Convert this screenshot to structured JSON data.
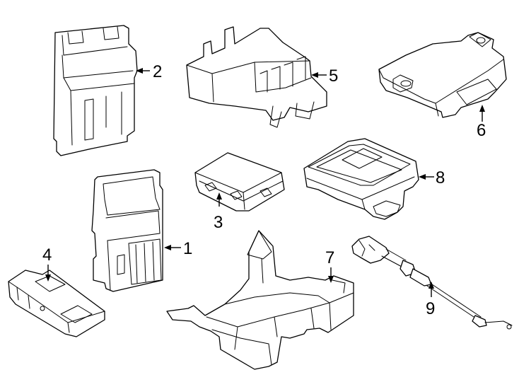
{
  "callouts": [
    {
      "id": "1",
      "label": "1"
    },
    {
      "id": "2",
      "label": "2"
    },
    {
      "id": "3",
      "label": "3"
    },
    {
      "id": "4",
      "label": "4"
    },
    {
      "id": "5",
      "label": "5"
    },
    {
      "id": "6",
      "label": "6"
    },
    {
      "id": "7",
      "label": "7"
    },
    {
      "id": "8",
      "label": "8"
    },
    {
      "id": "9",
      "label": "9"
    }
  ],
  "style": {
    "line_color": "#000000",
    "background": "#ffffff"
  }
}
